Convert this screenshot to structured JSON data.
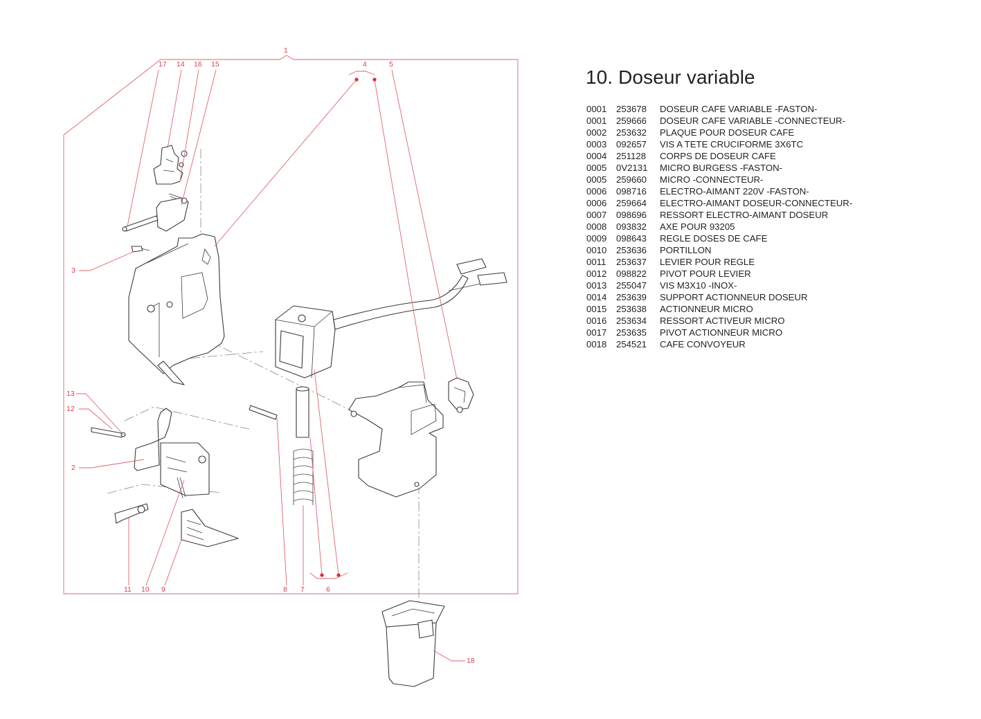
{
  "title": "10. Doseur variable",
  "callouts": {
    "c1": "1",
    "c2": "2",
    "c3": "3",
    "c4": "4",
    "c5": "5",
    "c6": "6",
    "c7": "7",
    "c8": "8",
    "c9": "9",
    "c10": "10",
    "c11": "11",
    "c12": "12",
    "c13": "13",
    "c14": "14",
    "c15": "15",
    "c16": "16",
    "c17": "17",
    "c18": "18"
  },
  "parts": [
    {
      "pos": "0001",
      "ref": "253678",
      "desc": "DOSEUR CAFE VARIABLE -FASTON-"
    },
    {
      "pos": "0001",
      "ref": "259666",
      "desc": "DOSEUR CAFE VARIABLE -CONNECTEUR-"
    },
    {
      "pos": "0002",
      "ref": "253632",
      "desc": "PLAQUE POUR DOSEUR CAFE"
    },
    {
      "pos": "0003",
      "ref": "092657",
      "desc": "VIS A TETE CRUCIFORME 3X6TC"
    },
    {
      "pos": "0004",
      "ref": "251128",
      "desc": "CORPS DE DOSEUR CAFE"
    },
    {
      "pos": "0005",
      "ref": "0V2131",
      "desc": "MICRO BURGESS -FASTON-"
    },
    {
      "pos": "0005",
      "ref": "259660",
      "desc": "MICRO -CONNECTEUR-"
    },
    {
      "pos": "0006",
      "ref": "098716",
      "desc": "ELECTRO-AIMANT 220V -FASTON-"
    },
    {
      "pos": "0006",
      "ref": "259664",
      "desc": "ELECTRO-AIMANT DOSEUR-CONNECTEUR-"
    },
    {
      "pos": "0007",
      "ref": "098696",
      "desc": "RESSORT ELECTRO-AIMANT DOSEUR"
    },
    {
      "pos": "0008",
      "ref": "093832",
      "desc": "AXE POUR 93205"
    },
    {
      "pos": "0009",
      "ref": "098643",
      "desc": "REGLE DOSES DE CAFE"
    },
    {
      "pos": "0010",
      "ref": "253636",
      "desc": "PORTILLON"
    },
    {
      "pos": "0011",
      "ref": "253637",
      "desc": "LEVIER POUR REGLE"
    },
    {
      "pos": "0012",
      "ref": "098822",
      "desc": "PIVOT POUR LEVIER"
    },
    {
      "pos": "0013",
      "ref": "255047",
      "desc": "VIS M3X10 -INOX-"
    },
    {
      "pos": "0014",
      "ref": "253639",
      "desc": "SUPPORT ACTIONNEUR DOSEUR"
    },
    {
      "pos": "0015",
      "ref": "253638",
      "desc": "ACTIONNEUR MICRO"
    },
    {
      "pos": "0016",
      "ref": "253634",
      "desc": "RESSORT ACTIVEUR MICRO"
    },
    {
      "pos": "0017",
      "ref": "253635",
      "desc": "PIVOT ACTIONNEUR MICRO"
    },
    {
      "pos": "0018",
      "ref": "254521",
      "desc": "CAFE CONVOYEUR"
    }
  ],
  "colors": {
    "callout": "#d9404a",
    "connector_dot": "#e31e2b",
    "line_art": "#3a3a3a",
    "text": "#231f20"
  }
}
